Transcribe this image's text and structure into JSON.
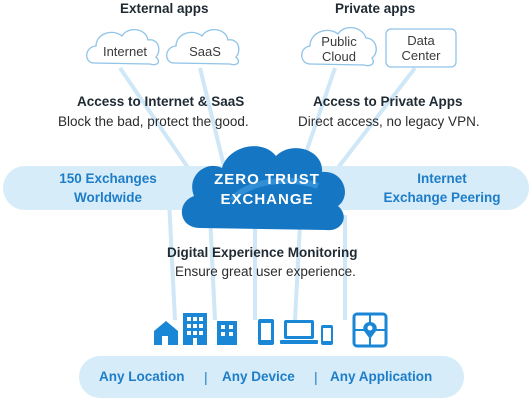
{
  "top": {
    "external_title": "External apps",
    "private_title": "Private apps",
    "external_clouds": [
      "Internet",
      "SaaS"
    ],
    "private_clouds": [
      [
        "Public",
        "Cloud"
      ],
      [
        "Data",
        "Center"
      ]
    ]
  },
  "access_internet": {
    "title": "Access to Internet & SaaS",
    "subtitle": "Block the bad, protect the good."
  },
  "access_private": {
    "title": "Access to Private Apps",
    "subtitle": "Direct access, no legacy VPN."
  },
  "band": {
    "left": [
      "150 Exchanges",
      "Worldwide"
    ],
    "right": [
      "Internet",
      "Exchange Peering"
    ]
  },
  "center": {
    "lines": [
      "ZERO TRUST",
      "EXCHANGE"
    ]
  },
  "monitoring": {
    "title": "Digital Experience Monitoring",
    "subtitle": "Ensure great user experience."
  },
  "icons": {
    "locations": [
      "house-icon",
      "office-building-icon",
      "building-icon"
    ],
    "devices": [
      "tablet-icon",
      "laptop-icon",
      "phone-icon"
    ],
    "applications": [
      "app-location-icon"
    ]
  },
  "bottom": {
    "items": [
      "Any Location",
      "Any Device",
      "Any Application"
    ],
    "separator": "|"
  },
  "colors": {
    "accent": "#1e7dc8",
    "band": "#d6ecf8",
    "cloud_fill": "#1576c4",
    "connector": "#cfe7f6",
    "icon_blue": "#1a86d6"
  }
}
